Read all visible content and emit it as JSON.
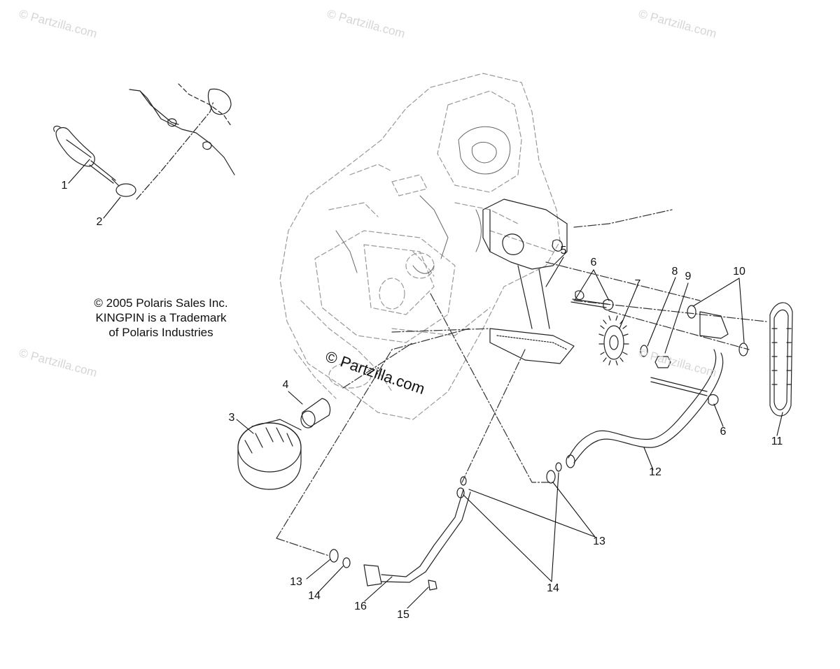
{
  "watermarks": [
    "© Partzilla.com",
    "© Partzilla.com",
    "© Partzilla.com",
    "© Partzilla.com",
    "© Partzilla.com"
  ],
  "center_watermark": "© Partzilla.com",
  "copyright": {
    "line1": "© 2005 Polaris Sales Inc.",
    "line2": "KINGPIN is a Trademark",
    "line3": "of Polaris Industries"
  },
  "callouts": [
    {
      "id": "1",
      "label": "1"
    },
    {
      "id": "2",
      "label": "2"
    },
    {
      "id": "3",
      "label": "3"
    },
    {
      "id": "4",
      "label": "4"
    },
    {
      "id": "5",
      "label": "5"
    },
    {
      "id": "6a",
      "label": "6"
    },
    {
      "id": "6b",
      "label": "6"
    },
    {
      "id": "7",
      "label": "7"
    },
    {
      "id": "8",
      "label": "8"
    },
    {
      "id": "9",
      "label": "9"
    },
    {
      "id": "10",
      "label": "10"
    },
    {
      "id": "11",
      "label": "11"
    },
    {
      "id": "12",
      "label": "12"
    },
    {
      "id": "13a",
      "label": "13"
    },
    {
      "id": "13b",
      "label": "13"
    },
    {
      "id": "14a",
      "label": "14"
    },
    {
      "id": "14b",
      "label": "14"
    },
    {
      "id": "15",
      "label": "15"
    },
    {
      "id": "16",
      "label": "16"
    }
  ]
}
